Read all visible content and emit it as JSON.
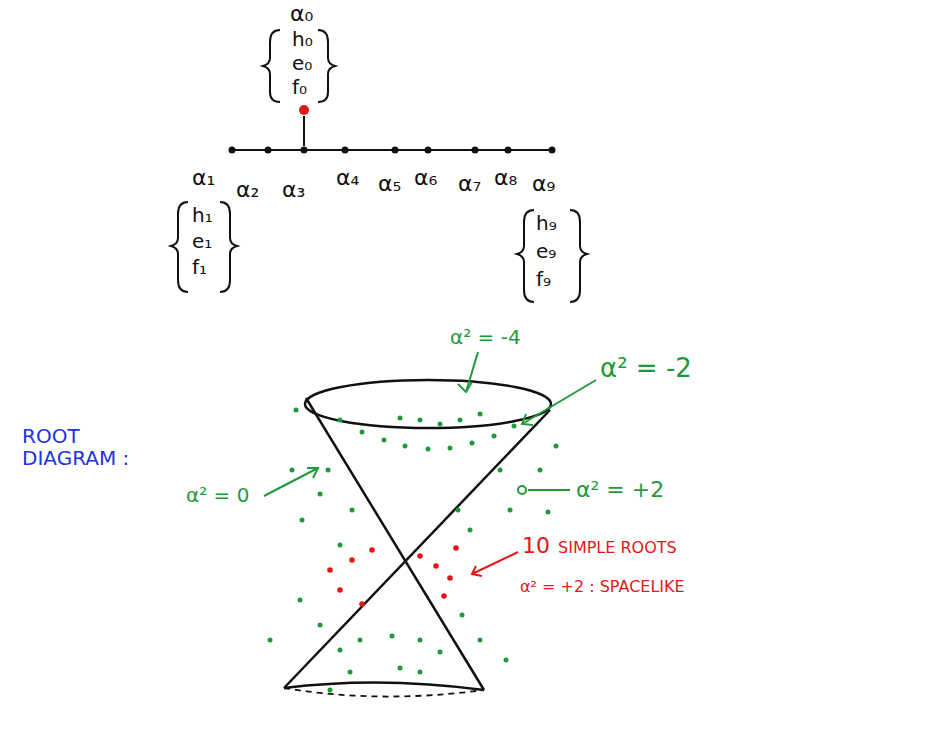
{
  "diagram": {
    "labels": [
      "α₀",
      "h₀",
      "e₀",
      "f₀",
      "α₁",
      "α₂",
      "α₃",
      "α₄",
      "α₅",
      "α₆",
      "α₇",
      "α₈",
      "α₉",
      "h₁",
      "e₁",
      "f₁",
      "h₉",
      "e₉",
      "f₉",
      "ROOT DIAGRAM :",
      "α² = -4",
      "α² = -2",
      "α² = 0",
      "α² = +2",
      "10",
      "SIMPLE ROOTS",
      "α² = +2 : SPACELIKE"
    ]
  }
}
